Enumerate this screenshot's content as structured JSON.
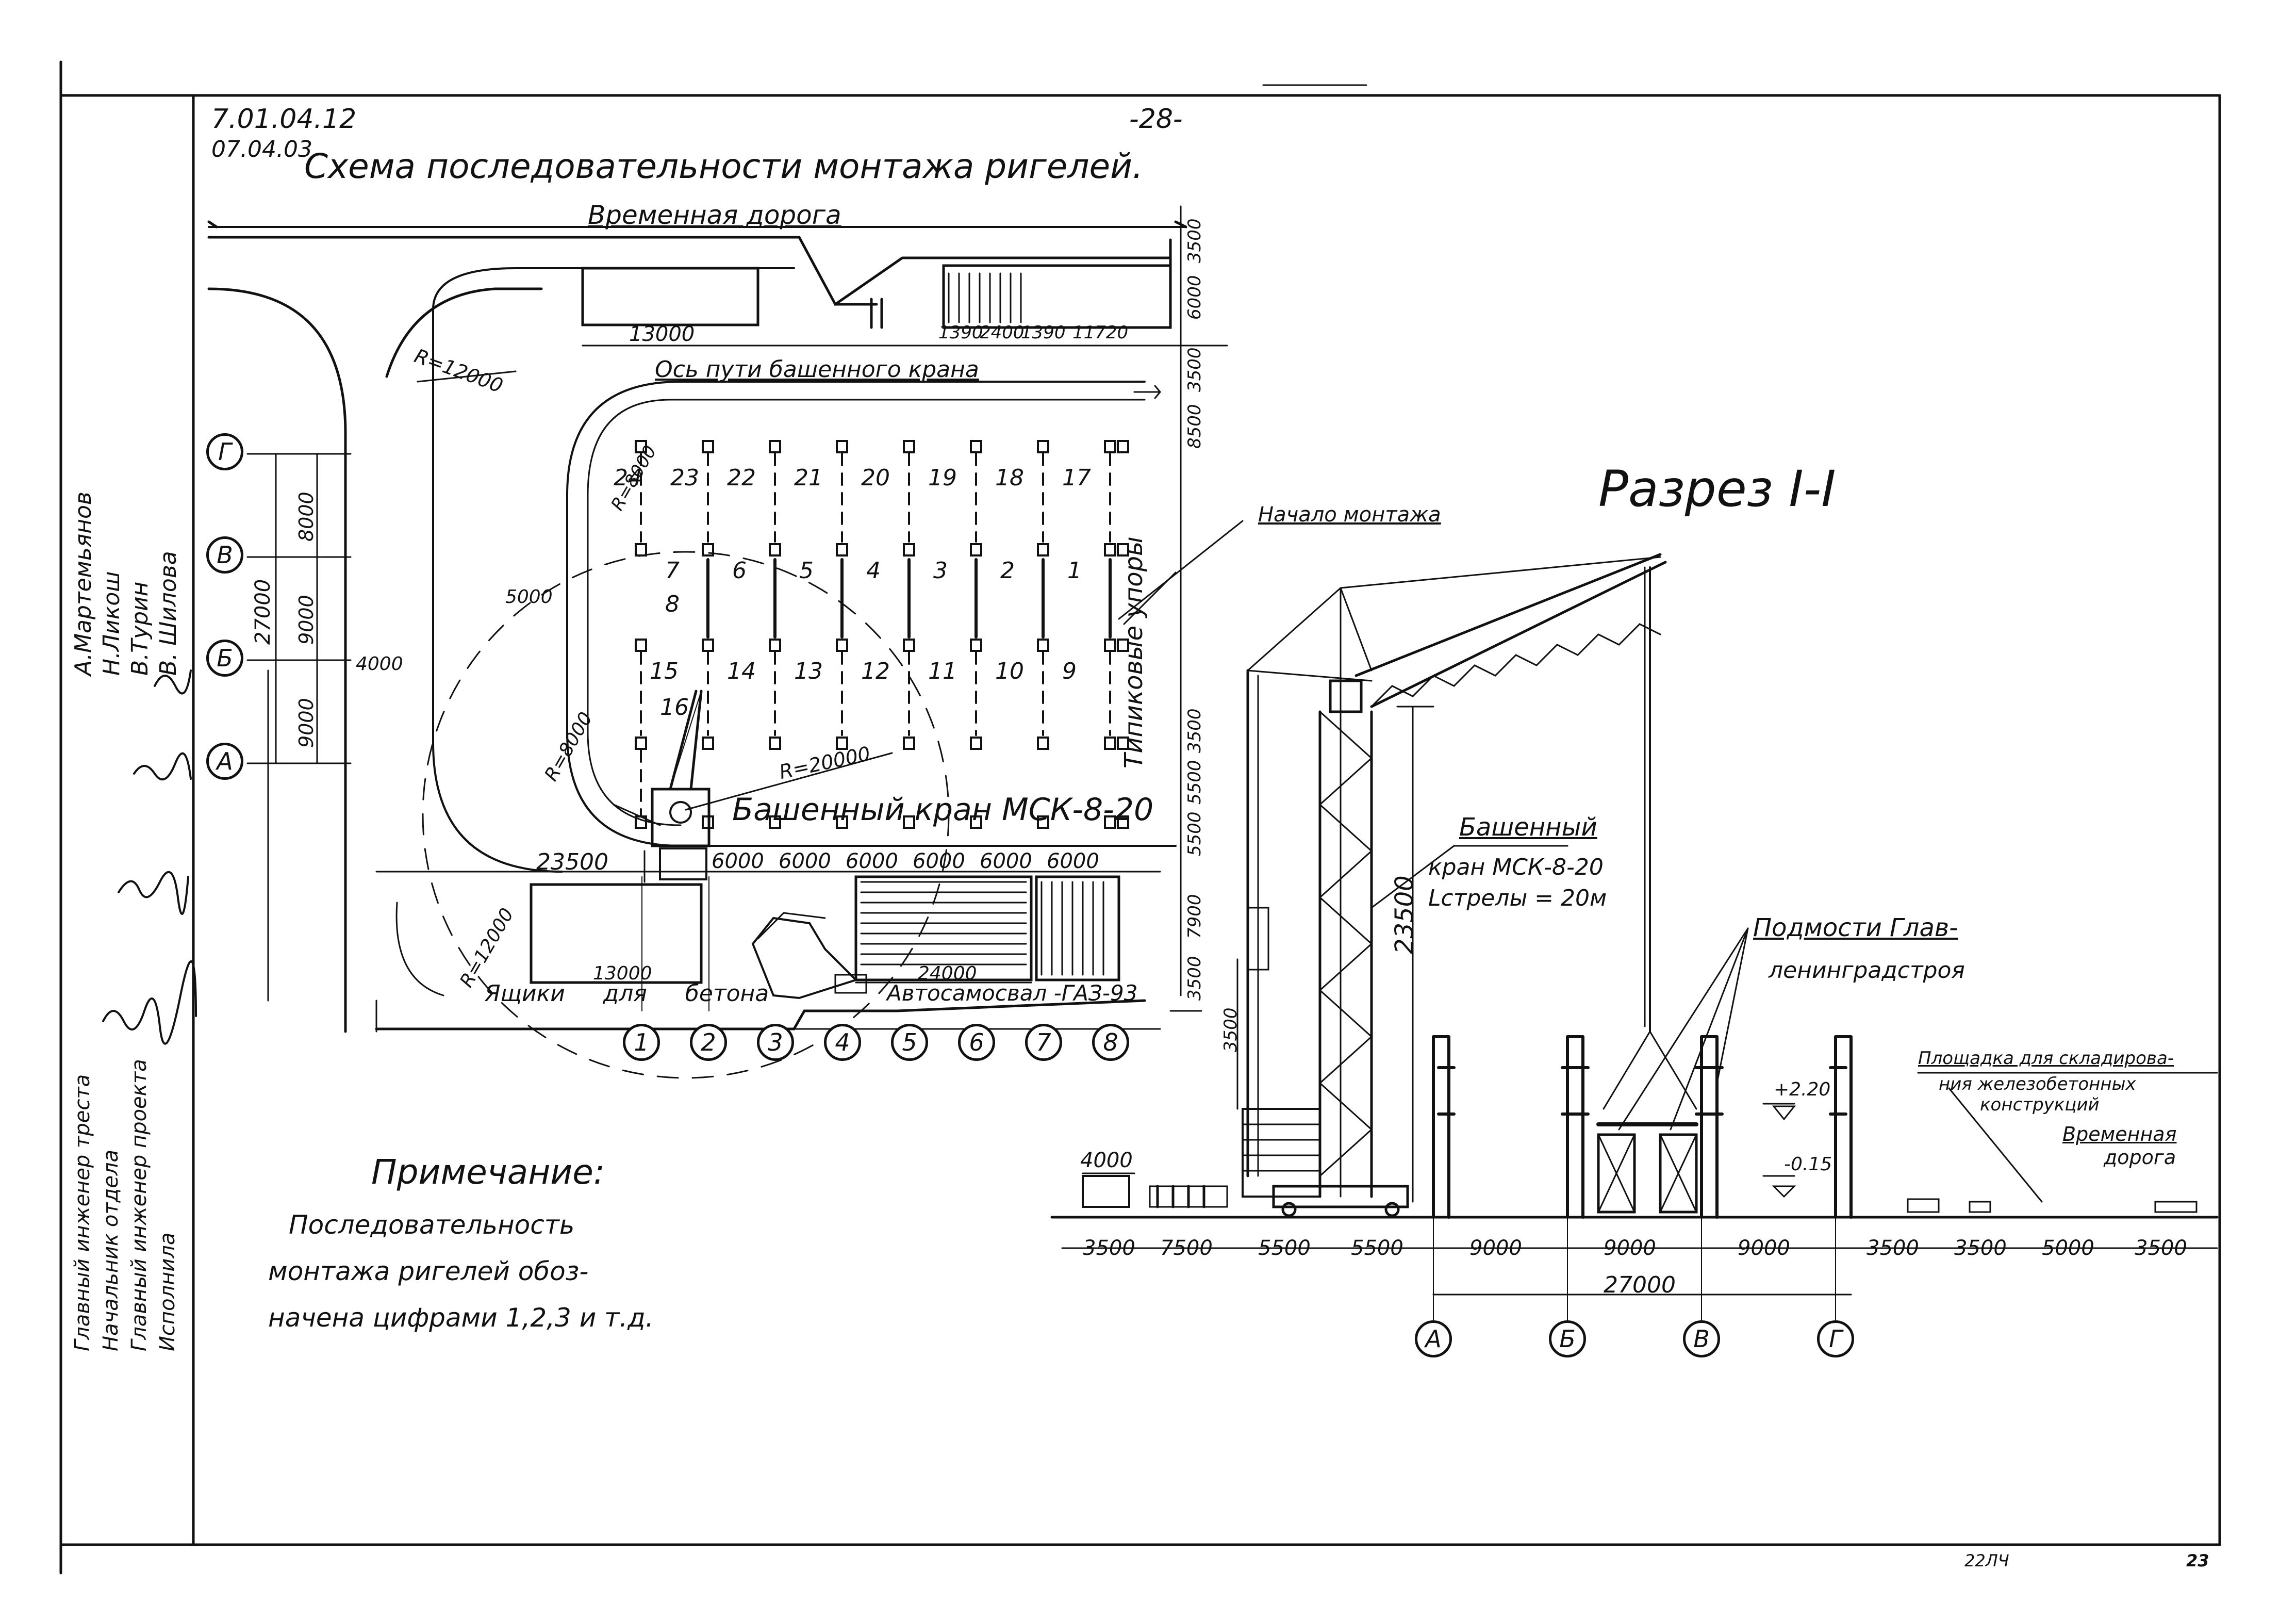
{
  "header": {
    "doc_code": "7.01.04.12",
    "doc_date": "07.04.03",
    "page_number": "-28-",
    "title": "Схема последовательности монтажа ригелей."
  },
  "title_block": {
    "roles": [
      "Главный инженер треста",
      "Начальник отдела",
      "Главный инженер проекта",
      "Исполнила"
    ],
    "names": [
      "А.Мартемьянов",
      "Н.Ликош",
      "В.Турин",
      "В. Шилова"
    ]
  },
  "plan": {
    "temp_road": "Временная дорога",
    "crane_track_axis": "Ось пути башенного крана",
    "tower_crane": "Башенный кран МСК-8-20",
    "typical_supports": "Типиковые упоры",
    "start_of_mounting": "Начало монтажа",
    "concrete_boxes": "Ящики для бетона",
    "truck_crane": "Автосамосвал -ГАЗ-93",
    "radius_labels": [
      "R=12000",
      "R=20000",
      "R=8000",
      "R=12000",
      "R=8000"
    ],
    "axis_letters": [
      "Г",
      "В",
      "Б",
      "А"
    ],
    "axis_numbers": [
      "1",
      "2",
      "3",
      "4",
      "5",
      "6",
      "7",
      "8"
    ],
    "upper_numbers": [
      "24",
      "23",
      "22",
      "21",
      "20",
      "19",
      "18",
      "17"
    ],
    "mid_numbers": [
      "7",
      "6",
      "5",
      "4",
      "3",
      "2",
      "1"
    ],
    "mid_extra": "8",
    "lower_numbers": [
      "15",
      "14",
      "13",
      "12",
      "11",
      "10",
      "9"
    ],
    "lower_extra": "16",
    "dims_top": [
      "13000",
      "1390",
      "2400",
      "1390",
      "11720"
    ],
    "dims_right": [
      "3500",
      "6000",
      "8500",
      "3500",
      "5500",
      "5500",
      "3500",
      "7900",
      "3500"
    ],
    "dims_axes": [
      "6000",
      "6000",
      "6000",
      "6000",
      "6000",
      "6000"
    ],
    "dims_left": [
      "8000",
      "9000",
      "9000",
      "27000"
    ],
    "dim_23500": "23500",
    "dim_4000": "4000",
    "dim_5000": "5000",
    "dim_13000_bottom": "13000",
    "dim_24000": "24000"
  },
  "section": {
    "title": "Разрез I-I",
    "crane_label": "Башенный",
    "crane_model": "кран МСК-8-20",
    "crane_boom": "Lстрелы = 20м",
    "crane_height": "23500",
    "scaffolds_line1": "Подмости Глав-",
    "scaffolds_line2": "ленинградстроя",
    "storage_line1": "Площадка для складирова-",
    "storage_line2": "ния железобетонных",
    "storage_line3": "конструкций",
    "temp_road_line1": "Временная",
    "temp_road_line2": "дорога",
    "level_plus": "+2.20",
    "level_minus": "-0.15",
    "dim_4000": "4000",
    "dims_bottom": [
      "3500",
      "7500",
      "5500",
      "5500",
      "9000",
      "9000",
      "9000",
      "3500",
      "3500",
      "5000",
      "3500"
    ],
    "dim_total": "27000",
    "axes": [
      "А",
      "Б",
      "В",
      "Г"
    ],
    "left_dim": "3500"
  },
  "note": {
    "heading": "Примечание:",
    "line1": "Последовательность",
    "line2": "монтажа ригелей обоз-",
    "line3": "начена цифрами 1,2,3 и т.д."
  },
  "footer": {
    "code": "22ЛЧ",
    "sheet": "23"
  }
}
